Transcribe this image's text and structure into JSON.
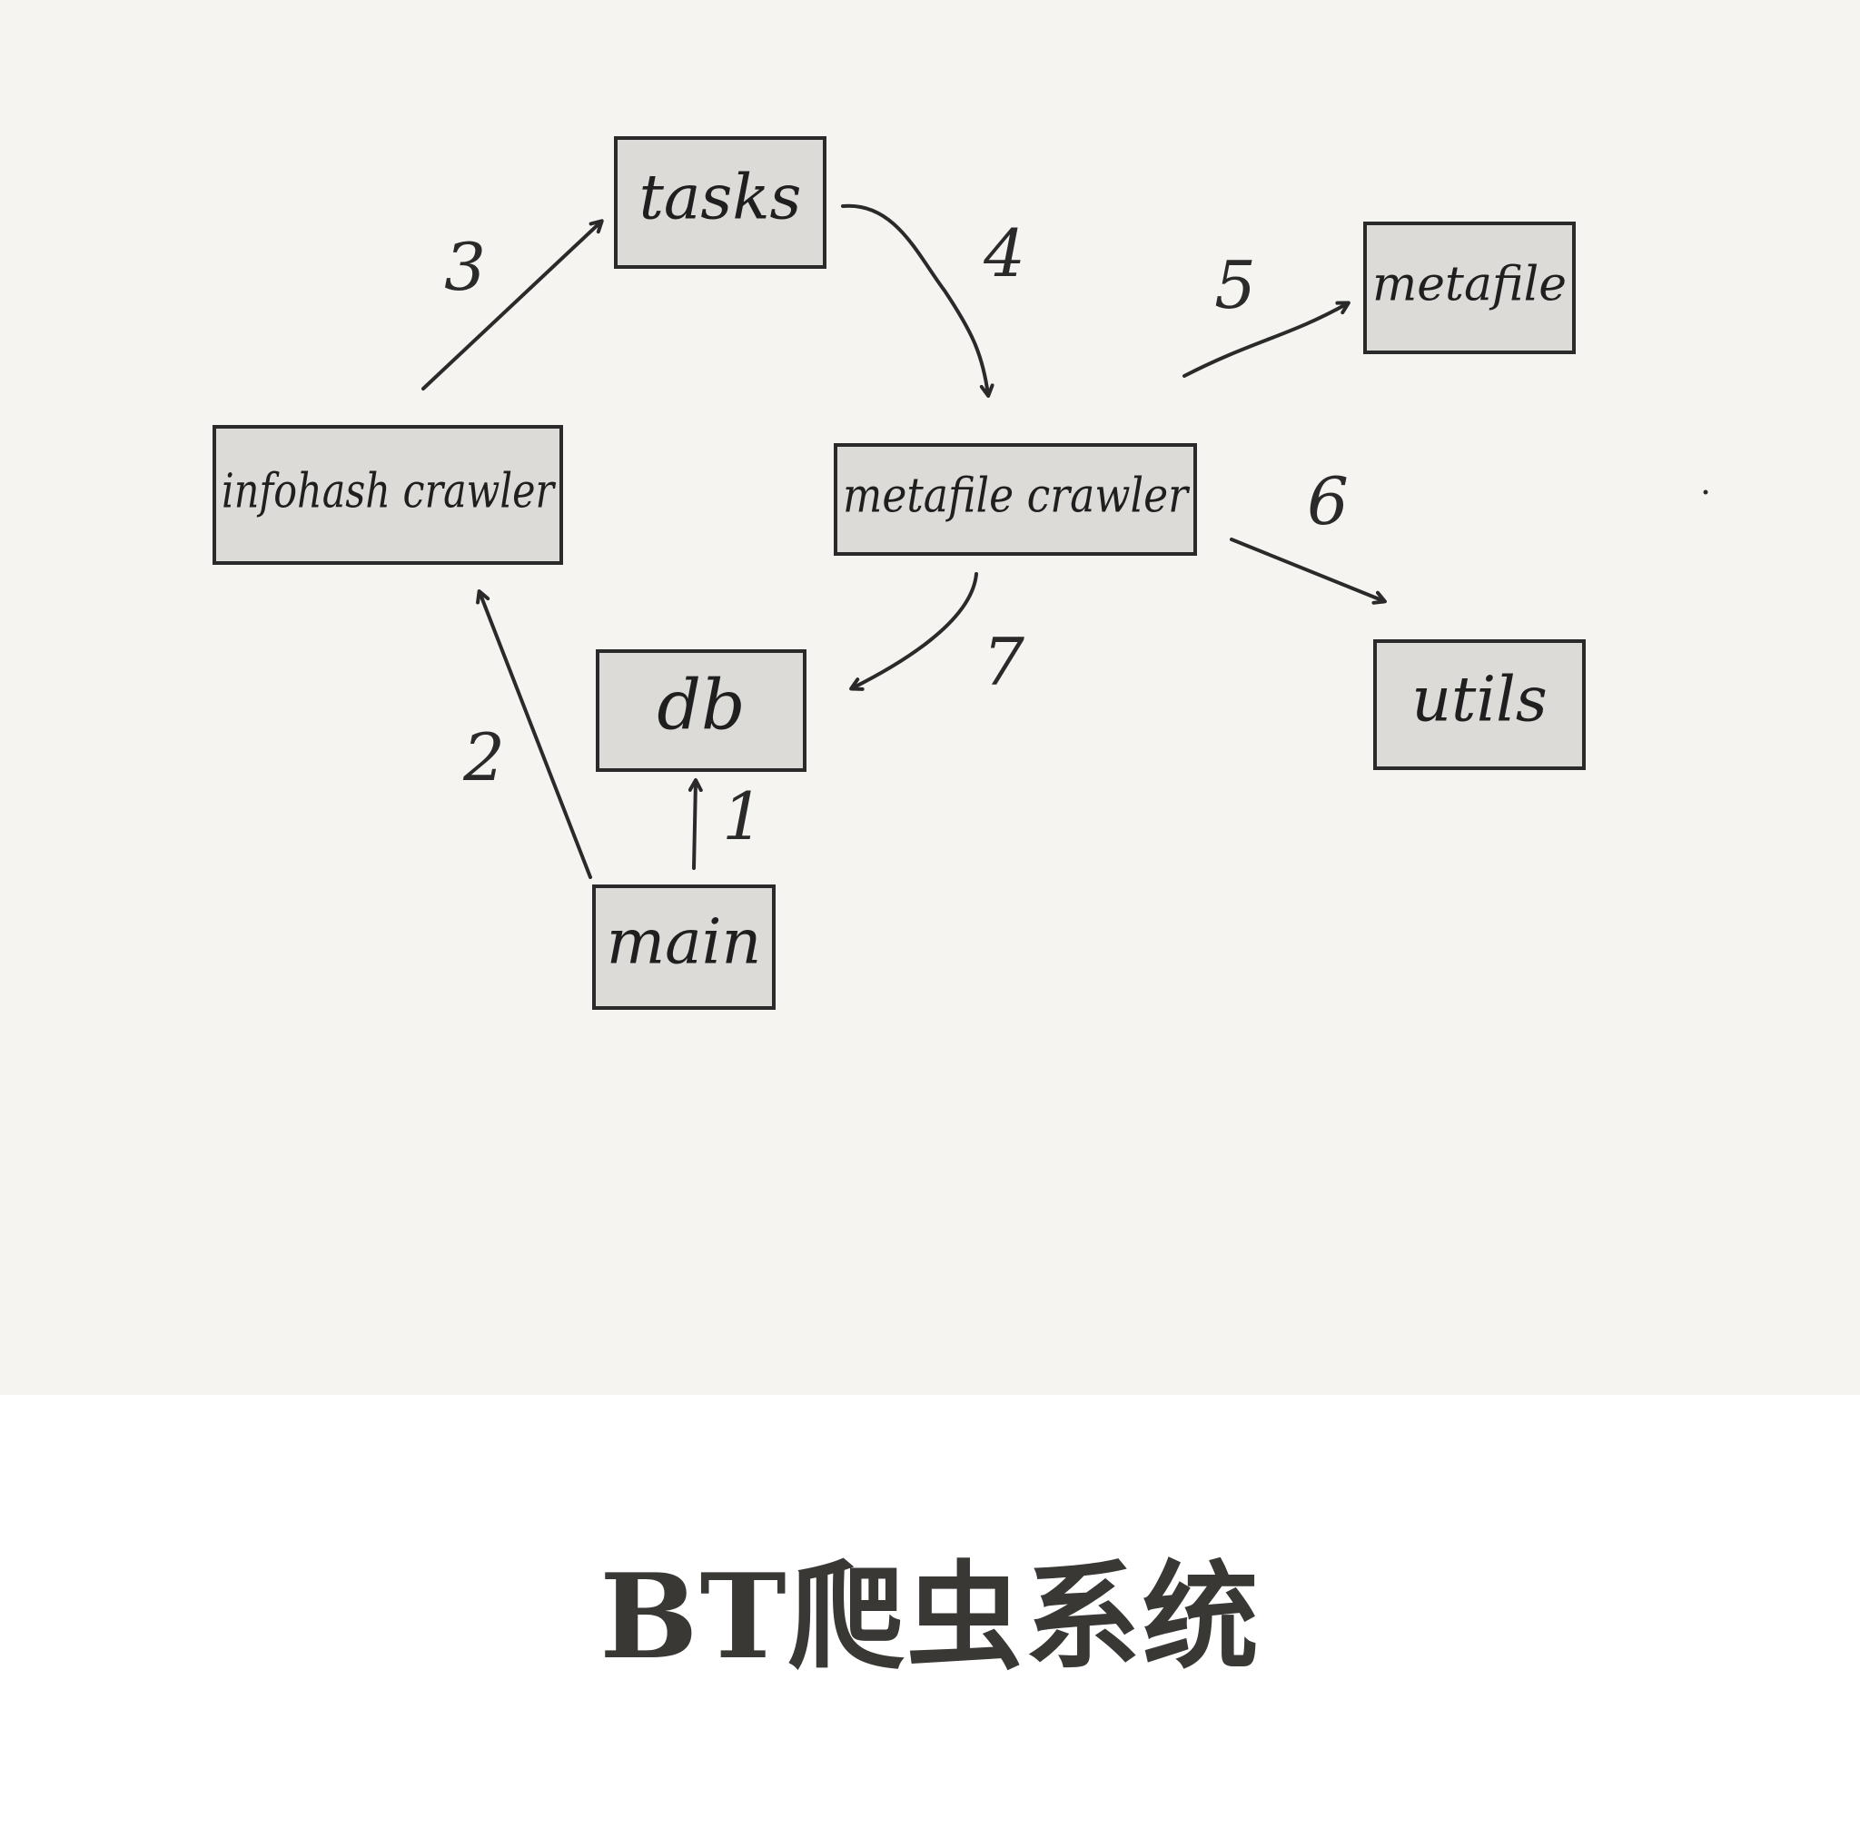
{
  "caption": "BT爬虫系统",
  "nodes": [
    {
      "id": "tasks",
      "label": "tasks"
    },
    {
      "id": "infohash-crawler",
      "label": "infohash crawler"
    },
    {
      "id": "metafile-crawler",
      "label": "metafile crawler"
    },
    {
      "id": "metafile",
      "label": "metafile"
    },
    {
      "id": "db",
      "label": "db"
    },
    {
      "id": "utils",
      "label": "utils"
    },
    {
      "id": "main",
      "label": "main"
    }
  ],
  "edges": [
    {
      "from": "main",
      "to": "db",
      "label": "1"
    },
    {
      "from": "main",
      "to": "infohash-crawler",
      "label": "2"
    },
    {
      "from": "infohash-crawler",
      "to": "tasks",
      "label": "3"
    },
    {
      "from": "tasks",
      "to": "metafile-crawler",
      "label": "4"
    },
    {
      "from": "metafile-crawler",
      "to": "metafile",
      "label": "5"
    },
    {
      "from": "metafile-crawler",
      "to": "utils",
      "label": "6"
    },
    {
      "from": "metafile-crawler",
      "to": "db",
      "label": "7"
    }
  ],
  "colors": {
    "canvas_background": "#f5f4f1",
    "node_fill": "#dcdbd8",
    "stroke": "#2a2a2a",
    "caption_text": "#3a3835"
  }
}
